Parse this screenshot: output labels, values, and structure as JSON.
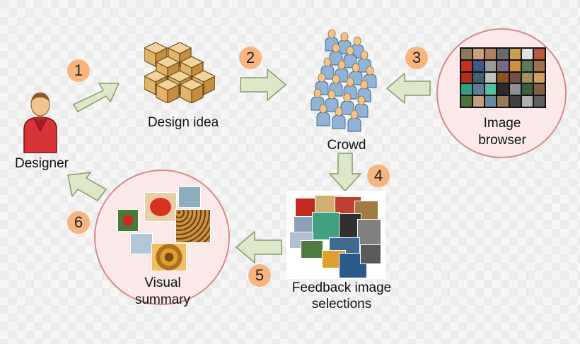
{
  "nodes": {
    "designer": "Designer",
    "design_idea": "Design idea",
    "crowd": "Crowd",
    "image_browser": [
      "Image",
      "browser"
    ],
    "feedback": [
      "Feedback image",
      "selections"
    ],
    "visual_summary": [
      "Visual",
      "summary"
    ]
  },
  "steps": [
    "1",
    "2",
    "3",
    "4",
    "5",
    "6"
  ],
  "colors": {
    "badge": "#f6b47f",
    "arrow_fill": "#dce8c8",
    "arrow_stroke": "#8a9a6c",
    "circle_fill": "#fbe9e9",
    "circle_stroke": "#d58a8a",
    "person_body": "#d9333a",
    "crowd_body": "#8fb4d8",
    "skin": "#f0c48e",
    "box": "#e2b46a"
  },
  "icons": [
    "designer-person-icon",
    "boxes-pyramid-icon",
    "crowd-icon",
    "image-grid-icon"
  ]
}
